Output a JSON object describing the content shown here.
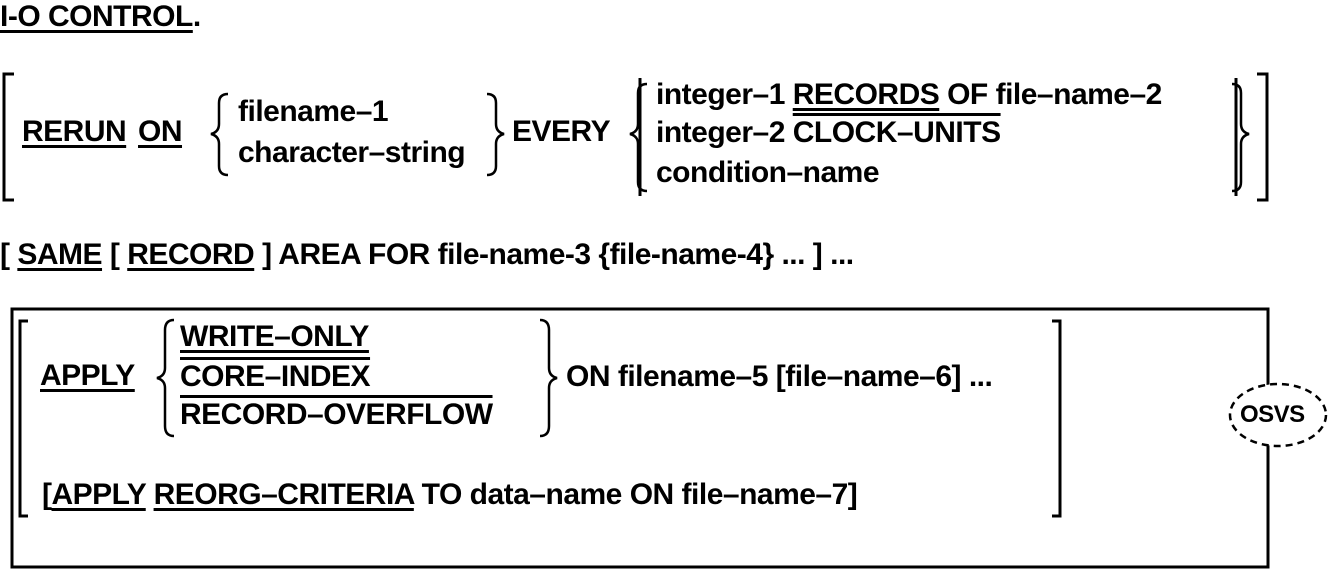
{
  "heading": {
    "keyword": "I-O CONTROL",
    "period": "."
  },
  "rerun_clause": {
    "rerun_kw": "RERUN",
    "on_kw": "ON",
    "options_1": [
      "filename–1",
      "character–string"
    ],
    "every_kw": "EVERY",
    "opt_a_int": "integer–1",
    "opt_a_kw": "RECORDS",
    "opt_a_rest": "OF file–name–2",
    "opt_b_int": "integer–2",
    "opt_b_kw": "CLOCK–UNITS",
    "opt_c": "condition–name"
  },
  "same_clause": {
    "open_bracket": "[",
    "same_kw": "SAME",
    "inner_open": "[",
    "record_kw": "RECORD",
    "rest": "] AREA FOR file-name-3 {file-name-4} ... ] ..."
  },
  "apply_clause": {
    "apply_kw": "APPLY",
    "options": [
      "WRITE–ONLY",
      "CORE–INDEX",
      "RECORD–OVERFLOW"
    ],
    "rest": "ON filename–5 [file–name–6] ..."
  },
  "reorg_clause": {
    "open": "[",
    "apply_kw": "APPLY",
    "reorg_kw": "REORG–CRITERIA",
    "rest": "TO data–name ON file–name–7]"
  },
  "osvs_label": "OSVS"
}
